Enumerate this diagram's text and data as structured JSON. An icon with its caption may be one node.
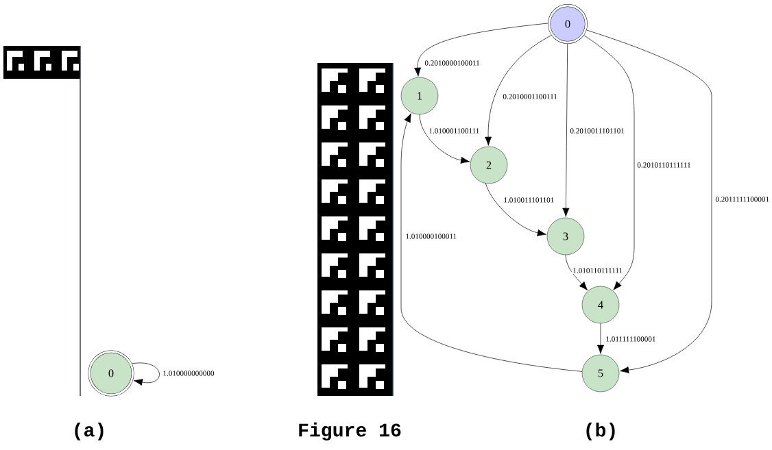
{
  "diagram": {
    "caption": "Figure 16",
    "nodes": [
      {
        "text": [
          "0"
        ]
      },
      {
        "text": [
          "0"
        ]
      },
      {
        "text": [
          "1"
        ]
      },
      {
        "text": [
          "2"
        ]
      },
      {
        "text": [
          "3"
        ]
      },
      {
        "text": [
          "4"
        ]
      },
      {
        "text": [
          "5"
        ]
      }
    ],
    "edges": [
      {
        "from": 0,
        "to": 0,
        "arrow": "to",
        "label": "1.010000000000"
      },
      {
        "from": 1,
        "to": 2,
        "arrow": "to",
        "label": "0.2010000100011"
      },
      {
        "from": 1,
        "to": 3,
        "arrow": "to",
        "label": "0.2010001100111"
      },
      {
        "from": 1,
        "to": 4,
        "arrow": "to",
        "label": "0.2010011101101"
      },
      {
        "from": 1,
        "to": 5,
        "arrow": "to",
        "label": "0.2010110111111"
      },
      {
        "from": 1,
        "to": 6,
        "arrow": "to",
        "label": "0.2011111100001"
      },
      {
        "from": 2,
        "to": 3,
        "arrow": "to",
        "label": "1.010001100111"
      },
      {
        "from": 3,
        "to": 4,
        "arrow": "to",
        "label": "1.010011101101"
      },
      {
        "from": 6,
        "to": 2,
        "arrow": "to",
        "label": "1.010000100011"
      },
      {
        "from": 4,
        "to": 5,
        "arrow": "to",
        "label": "1.010110111111"
      },
      {
        "from": 5,
        "to": 6,
        "arrow": "to",
        "label": "1.011111100001"
      }
    ],
    "labels": [
      "(a)",
      "(b)"
    ]
  }
}
